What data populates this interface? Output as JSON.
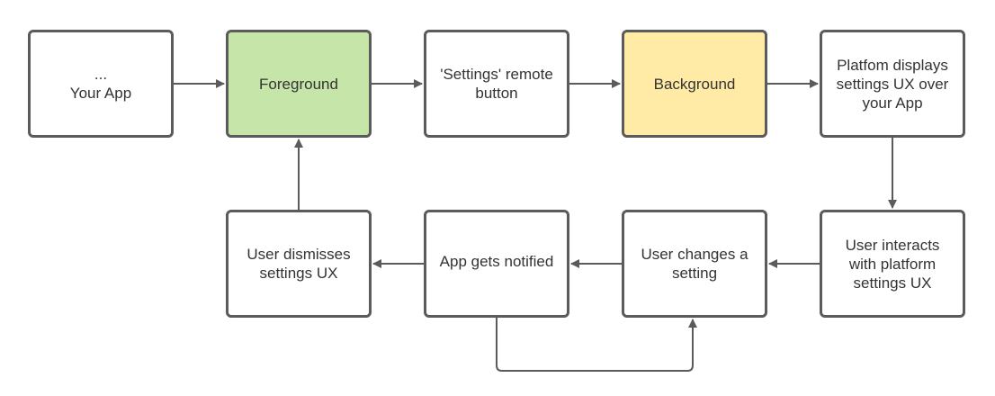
{
  "diagram": {
    "nodes": [
      {
        "id": "your-app",
        "label": "...\nYour App",
        "fill": "#ffffff"
      },
      {
        "id": "foreground",
        "label": "Foreground",
        "fill": "#c6e6a9"
      },
      {
        "id": "settings-button",
        "label": "'Settings' remote\nbutton",
        "fill": "#ffffff"
      },
      {
        "id": "background",
        "label": "Background",
        "fill": "#ffeba5"
      },
      {
        "id": "platform-displays",
        "label": "Platfom displays\nsettings UX over\nyour App",
        "fill": "#ffffff"
      },
      {
        "id": "user-interacts",
        "label": "User interacts\nwith platform\nsettings UX",
        "fill": "#ffffff"
      },
      {
        "id": "user-changes",
        "label": "User changes a\nsetting",
        "fill": "#ffffff"
      },
      {
        "id": "app-notified",
        "label": "App gets notified",
        "fill": "#ffffff"
      },
      {
        "id": "user-dismisses",
        "label": "User dismisses\nsettings UX",
        "fill": "#ffffff"
      }
    ],
    "edges": [
      {
        "from": "your-app",
        "to": "foreground"
      },
      {
        "from": "foreground",
        "to": "settings-button"
      },
      {
        "from": "settings-button",
        "to": "background"
      },
      {
        "from": "background",
        "to": "platform-displays"
      },
      {
        "from": "platform-displays",
        "to": "user-interacts"
      },
      {
        "from": "user-interacts",
        "to": "user-changes"
      },
      {
        "from": "user-changes",
        "to": "app-notified"
      },
      {
        "from": "app-notified",
        "to": "user-changes"
      },
      {
        "from": "app-notified",
        "to": "user-dismisses"
      },
      {
        "from": "user-dismisses",
        "to": "foreground"
      }
    ],
    "colors": {
      "stroke": "#5b5b5b",
      "text": "#333333",
      "foreground_fill": "#c6e6a9",
      "background_fill": "#ffeba5"
    }
  }
}
